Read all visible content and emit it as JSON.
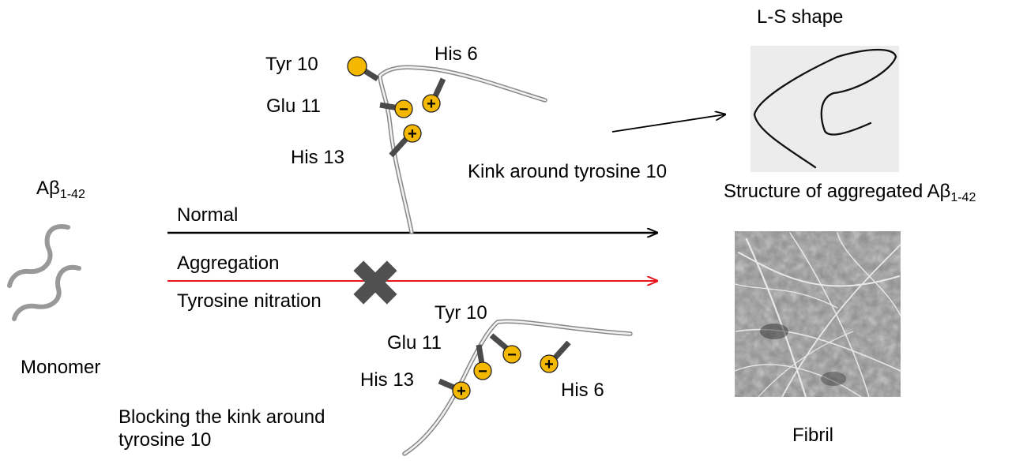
{
  "monomer": {
    "label_main": "Aβ",
    "label_sub": "1-42",
    "caption": "Monomer"
  },
  "pathways": {
    "normal_label": "Normal",
    "aggregation_label": "Aggregation",
    "nitration_label": "Tyrosine nitration",
    "normal_color": "#000000",
    "aggregation_color": "#e8151b",
    "block_mark_color": "#505050"
  },
  "normal_structure": {
    "residues": [
      "Tyr 10",
      "His 6",
      "Glu 11",
      "His 13"
    ],
    "caption": "Kink around tyrosine 10"
  },
  "blocked_structure": {
    "residues": [
      "Tyr 10",
      "Glu 11",
      "His 13",
      "His 6"
    ],
    "caption_line1": "Blocking the kink around",
    "caption_line2": "tyrosine 10"
  },
  "charges": {
    "positive": "+",
    "negative": "−"
  },
  "residue_color": "#f5b800",
  "aggregate": {
    "shape_label": "L-S shape",
    "structure_caption_main": "Structure of aggregated Aβ",
    "structure_caption_sub": "1-42",
    "fibril_caption": "Fibril"
  }
}
